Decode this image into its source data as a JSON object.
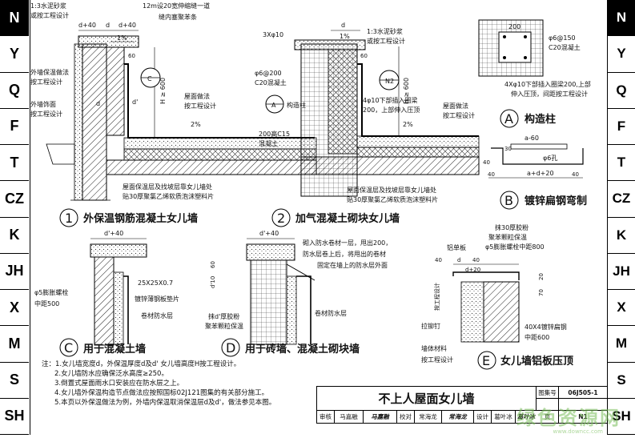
{
  "sidebar_left": [
    "N",
    "Y",
    "Q",
    "F",
    "T",
    "CZ",
    "K",
    "JH",
    "X",
    "M",
    "S",
    "SH"
  ],
  "sidebar_right": [
    "N",
    "Y",
    "Q",
    "F",
    "T",
    "CZ",
    "K",
    "JH",
    "X",
    "M",
    "S",
    "SH"
  ],
  "active_left": "N",
  "active_right": "N",
  "fig1": {
    "num": "1",
    "title": "外保温钢筋混凝土女儿墙",
    "label_mortar": "1:3水泥砂浆",
    "label_mortar2": "或按工程设计",
    "label_gap": "12m设20宽伸缩缝一道",
    "label_gap2": "缝内塞聚苯条",
    "label_wall_ins": "外墙保温做法",
    "label_wall_ins2": "按工程设计",
    "label_wall_finish": "外墙饰面",
    "label_wall_finish2": "按工程设计",
    "label_roof": "屋面做法",
    "label_roof2": "按工程设计",
    "label_bottom": "屋面保温层及找坡层靠女儿墙处",
    "label_bottom2": "贴30厚聚氯乙烯软质泡沫塑料片",
    "dim_d40": "d+40",
    "dim_d": "d",
    "dim_d40b": "d+40",
    "dim_1pct": "1%",
    "dim_60": "60",
    "dim_h600": "H ≥ 600",
    "dim_2pct": "2%",
    "mark_c": "C",
    "mark_d": "d'",
    "mark_dd": "d"
  },
  "fig2": {
    "num": "2",
    "title": "加气混凝土砌块女儿墙",
    "label_3x10": "3Xφ10",
    "label_phi6": "φ6@200",
    "label_c20": "C20混凝土",
    "label_col": "构造柱",
    "label_200c15": "200高C15",
    "label_200c15b": "混凝土",
    "label_mortar": "1:3水泥砂浆",
    "label_mortar2": "或按工程设计",
    "label_4phi10": "4φ10下部插入圈梁",
    "label_4phi10b": "200，上部伸入压顶",
    "label_roof": "屋面做法",
    "label_roof2": "按工程设计",
    "label_bottom": "屋面保温层及找坡层靠女儿墙处",
    "label_bottom2": "贴30厚聚氯乙烯软质泡沫塑料片",
    "dim_d": "d",
    "dim_1pct": "1%",
    "dim_60": "60",
    "dim_h600": "H ≥ 600",
    "dim_2pct": "2%",
    "mark_a": "A",
    "mark_n2": "N2"
  },
  "figA": {
    "mark": "A",
    "title": "构造柱",
    "dim_200": "200",
    "label_phi6": "φ6@150",
    "label_c20": "C20混凝土",
    "label_4x10": "4Xφ10下部插入圈梁200,上部",
    "label_4x10b": "伸入压顶，间距按工程设计"
  },
  "figB": {
    "mark": "B",
    "title": "镀锌扁钢弯制",
    "dim_a60": "a-60",
    "dim_30": "30",
    "dim_phi6": "φ6孔",
    "dim_40": "40",
    "dim_40b": "40",
    "dim_a20": "a+d+20",
    "dim_40c": "40"
  },
  "figC": {
    "mark": "C",
    "title": "用于混凝土墙",
    "dim_d40": "d'+40",
    "label_bolt": "φ5膨胀螺栓",
    "label_bolt2": "中距500",
    "label_angle": "25X25X0.7",
    "label_angle2": "镀锌薄钢板垫片",
    "label_membrane": "卷材防水层"
  },
  "figD": {
    "mark": "D",
    "title": "用于砖墙、混凝土砌块墙",
    "dim_d40": "d'+40",
    "dim_60": "60",
    "dim_d10": "d'10",
    "label_note1": "砌入防水卷材一层，甩出200，",
    "label_note2": "防水层卷上后，将甩出的卷材",
    "label_note3": "固定在墙上的防水层外面",
    "label_membrane": "卷材防水层",
    "label_mortar": "抹d'厚胶粉",
    "label_mortar2": "聚苯颗粒保温"
  },
  "figE": {
    "mark": "E",
    "title": "女儿墙铝板压顶",
    "label_top1": "抹30厚胶粉",
    "label_top2": "聚苯颗粒保温",
    "label_bolt": "φ5膨胀螺栓中距800",
    "label_al": "铝单板",
    "dim_40": "40",
    "dim_d": "d",
    "dim_40b": "40",
    "dim_d20": "d+20",
    "dim_20": "20",
    "dim_70": "70",
    "label_nail": "拉铆钉",
    "label_flat": "40X4镀锌扁钢",
    "label_flat2": "中距600",
    "label_mat": "墙体材料",
    "label_mat2": "按工程设计",
    "label_side": "按工程设计"
  },
  "notes": [
    "注：1.女儿墙宽度d，外保温厚度d及d' 女儿墙高度H按工程设计。",
    "2.女儿墙防水应确保泛水高度≥250。",
    "3.倒置式屋面雨水口安装应在防水层之上。",
    "4.女儿墙外保温构造节点做法应按照国标02J121图集的有关部分施工。",
    "5.本页以外保温做法为例，外墙内保温取消保温层d及d'，做法参见本图。"
  ],
  "title_block": {
    "title": "不上人屋面女儿墙",
    "atlas_label": "图集号",
    "atlas_value": "06J505-1",
    "page_label": "页",
    "page_value": "N1",
    "review_label": "审核",
    "review_name": "马嘉融",
    "review_sig": "马嘉融",
    "check_label": "校对",
    "check_name": "常海龙",
    "check_sig": "常海龙",
    "design_label": "设计",
    "design_name": "葛叶冰",
    "design_sig": "葛叶冰"
  },
  "watermark": "绿色资源网",
  "watermark_url": "www.downcc.com"
}
